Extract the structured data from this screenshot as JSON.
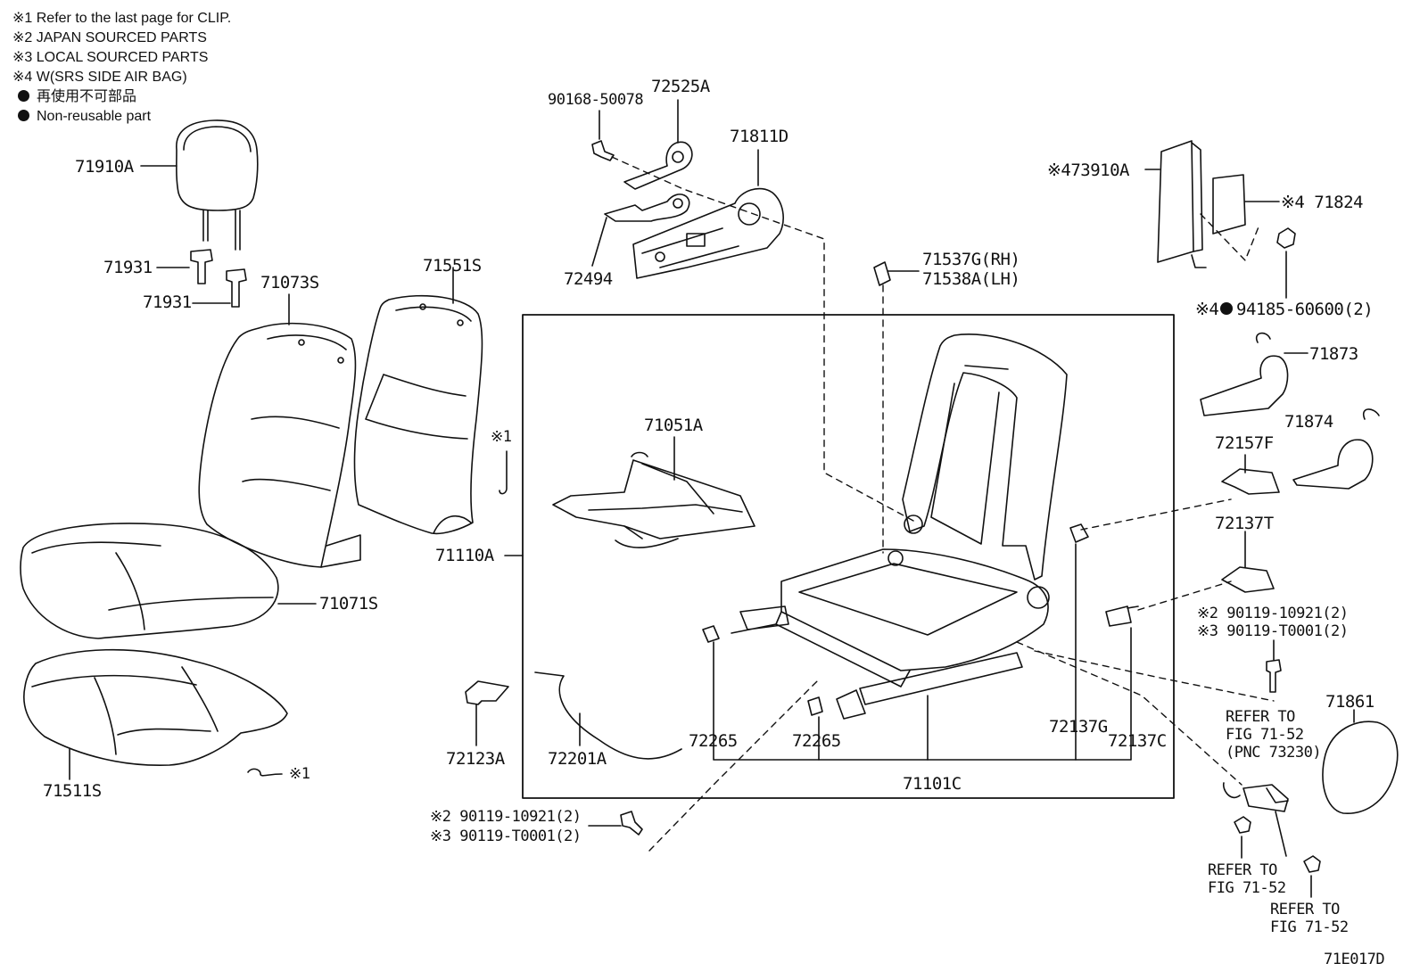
{
  "legend": {
    "note1": "※1  Refer to the last page for CLIP.",
    "note2": "※2  JAPAN SOURCED PARTS",
    "note3": "※3  LOCAL SOURCED PARTS",
    "note4": "※4 W(SRS SIDE AIR BAG)",
    "nonreusable_jp": "再使用不可部品",
    "nonreusable_en": "Non-reusable part"
  },
  "parts": {
    "p71910A": "71910A",
    "p71931a": "71931",
    "p71931b": "71931",
    "p71073S": "71073S",
    "p71551S": "71551S",
    "p71071S": "71071S",
    "p71511S": "71511S",
    "p71110A": "71110A",
    "clip1a": "※1",
    "clip1b": "※1",
    "p90168": "90168-50078",
    "p72525A": "72525A",
    "p71811D": "71811D",
    "p72494": "72494",
    "p71537G": "71537G(RH)",
    "p71538A": "71538A(LH)",
    "p73910A": "※473910A",
    "p71824": "※4 71824",
    "p94185": "94185-60600(2)",
    "p94185pre": "※4",
    "p71873": "71873",
    "p71874": "71874",
    "p72157F": "72157F",
    "p72137T": "72137T",
    "p90119a1": "※2 90119-10921(2)",
    "p90119a2": "※3 90119-T0001(2)",
    "p71051A": "71051A",
    "p72123A": "72123A",
    "p72201A": "72201A",
    "p72265a": "72265",
    "p72265b": "72265",
    "p72137Ga": "72137G",
    "p72137C": "72137C",
    "p71101C": "71101C",
    "p90119b1": "※2 90119-10921(2)",
    "p90119b2": "※3 90119-T0001(2)",
    "p71861": "71861",
    "ref1_l1": "REFER TO",
    "ref1_l2": "FIG 71-52",
    "ref1_l3": "(PNC 73230)",
    "ref2_l1": "REFER TO",
    "ref2_l2": "FIG 71-52",
    "ref3_l1": "REFER TO",
    "ref3_l2": "FIG 71-52",
    "code": "71E017D"
  }
}
